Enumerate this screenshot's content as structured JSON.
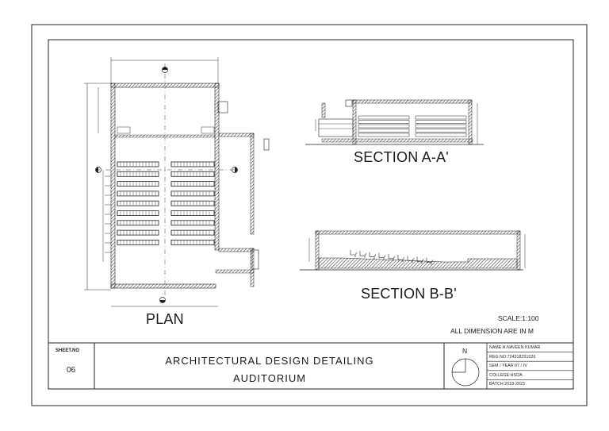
{
  "drawing": {
    "labels": {
      "plan": "PLAN",
      "section_aa": "SECTION A-A'",
      "section_bb": "SECTION B-B'"
    },
    "notes": {
      "scale": "SCALE:1:100",
      "dimensions": "ALL DIMENSION ARE IN M"
    }
  },
  "title_block": {
    "sheet_no_label": "SHEET.NO",
    "sheet_no_value": "06",
    "title": "ARCHITECTURAL DESIGN DETAILING",
    "subtitle": "AUDITORIUM",
    "north_label": "N",
    "info": [
      "NAME:A.NAVEEN KUMAR",
      "REG.NO:724318251026",
      "SEM / YEAR:07 / IV",
      "COLLEGE:HSOA",
      "BATCH:2018-2023"
    ]
  }
}
